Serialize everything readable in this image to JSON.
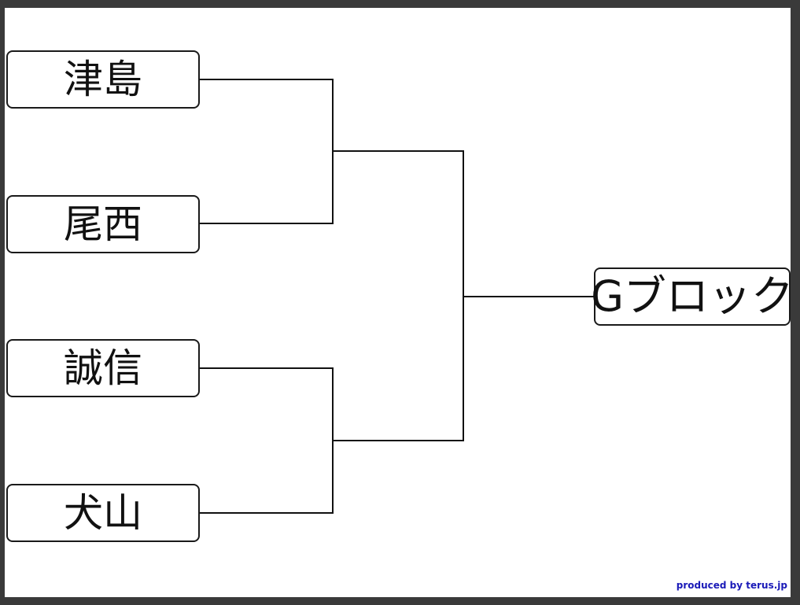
{
  "bracket": {
    "teams": [
      {
        "name": "津島"
      },
      {
        "name": "尾西"
      },
      {
        "name": "誠信"
      },
      {
        "name": "犬山"
      }
    ],
    "block_label": "Gブロック"
  },
  "footer": {
    "credit": "produced by terus.jp"
  },
  "colors": {
    "line": "#111111",
    "credit": "#1a1ab8",
    "frame": "#3a3a3a"
  }
}
